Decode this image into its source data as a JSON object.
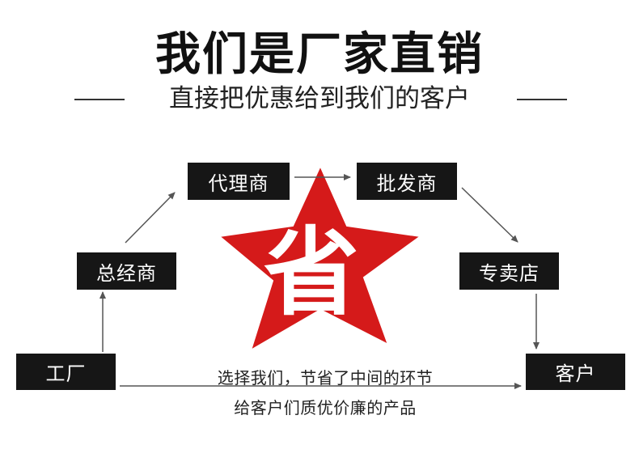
{
  "title": "我们是厂家直销",
  "subtitle": "直接把优惠给到我们的客户",
  "boxes": {
    "agent": "代理商",
    "wholesale": "批发商",
    "distributor": "总经商",
    "retail": "专卖店",
    "factory": "工厂",
    "customer": "客户"
  },
  "star_char": "省",
  "captions": {
    "line1": "选择我们，节省了中间的环节",
    "line2": "给客户们质优价廉的产品"
  },
  "colors": {
    "star": "#d51a1a",
    "box": "#161616",
    "arrow": "#555555"
  }
}
